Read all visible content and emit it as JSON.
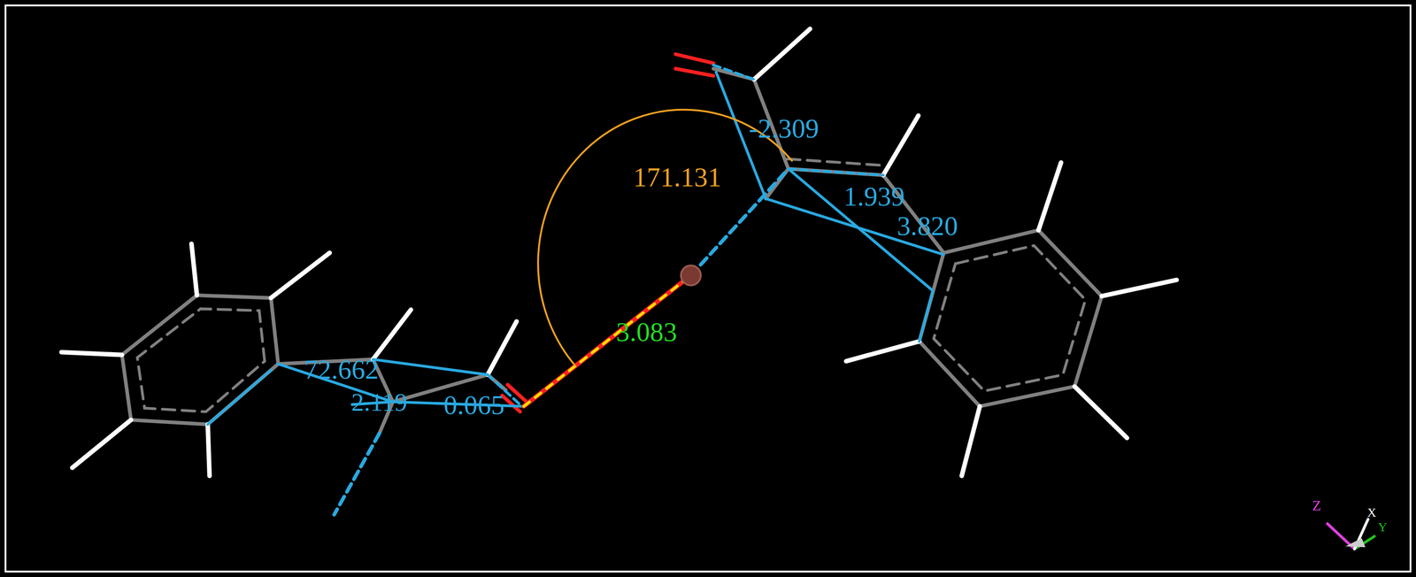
{
  "diagram": {
    "labels": [
      "-2.309",
      "171.131",
      "1.939",
      "3.820",
      "3.083",
      "72.662",
      "2.119",
      "0.065",
      "Z",
      "X",
      "Y"
    ]
  }
}
